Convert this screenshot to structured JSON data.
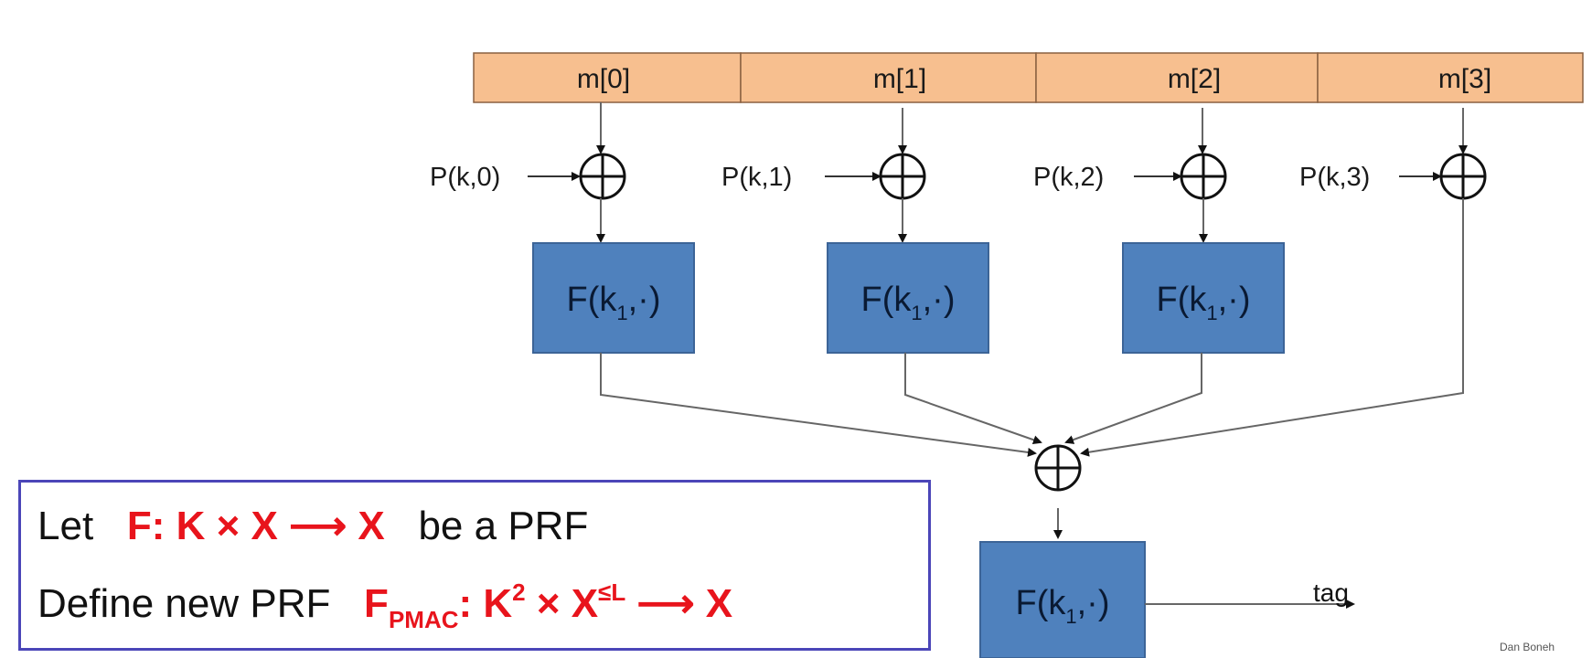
{
  "diagram": {
    "message_blocks": [
      "m[0]",
      "m[1]",
      "m[2]",
      "m[3]"
    ],
    "mask_inputs": [
      "P(k,0)",
      "P(k,1)",
      "P(k,2)",
      "P(k,3)"
    ],
    "prf_boxes": [
      {
        "label": "F(k",
        "subscript": "1",
        "suffix": ",·)"
      },
      {
        "label": "F(k",
        "subscript": "1",
        "suffix": ",·)"
      },
      {
        "label": "F(k",
        "subscript": "1",
        "suffix": ",·)"
      }
    ],
    "final_box": {
      "label": "F(k",
      "subscript": "1",
      "suffix": ",·)"
    },
    "output_label": "tag",
    "credit": "Dan Boneh",
    "colors": {
      "message_fill": "#f7bf8f",
      "prf_box_fill": "#4f81bd",
      "definition_border": "#4b46b8",
      "math_red": "#e8141c"
    }
  },
  "definition": {
    "line1": {
      "prefix": "Let",
      "math": "F: K × X ⟶ X",
      "suffix": "be a PRF"
    },
    "line2": {
      "prefix": "Define new PRF",
      "math_name": "F",
      "math_subscript": "PMAC",
      "math_colon": ": K",
      "math_sup_k": "2",
      "math_times": " × X",
      "math_sup_x": "≤L",
      "math_tail": " ⟶ X"
    }
  }
}
